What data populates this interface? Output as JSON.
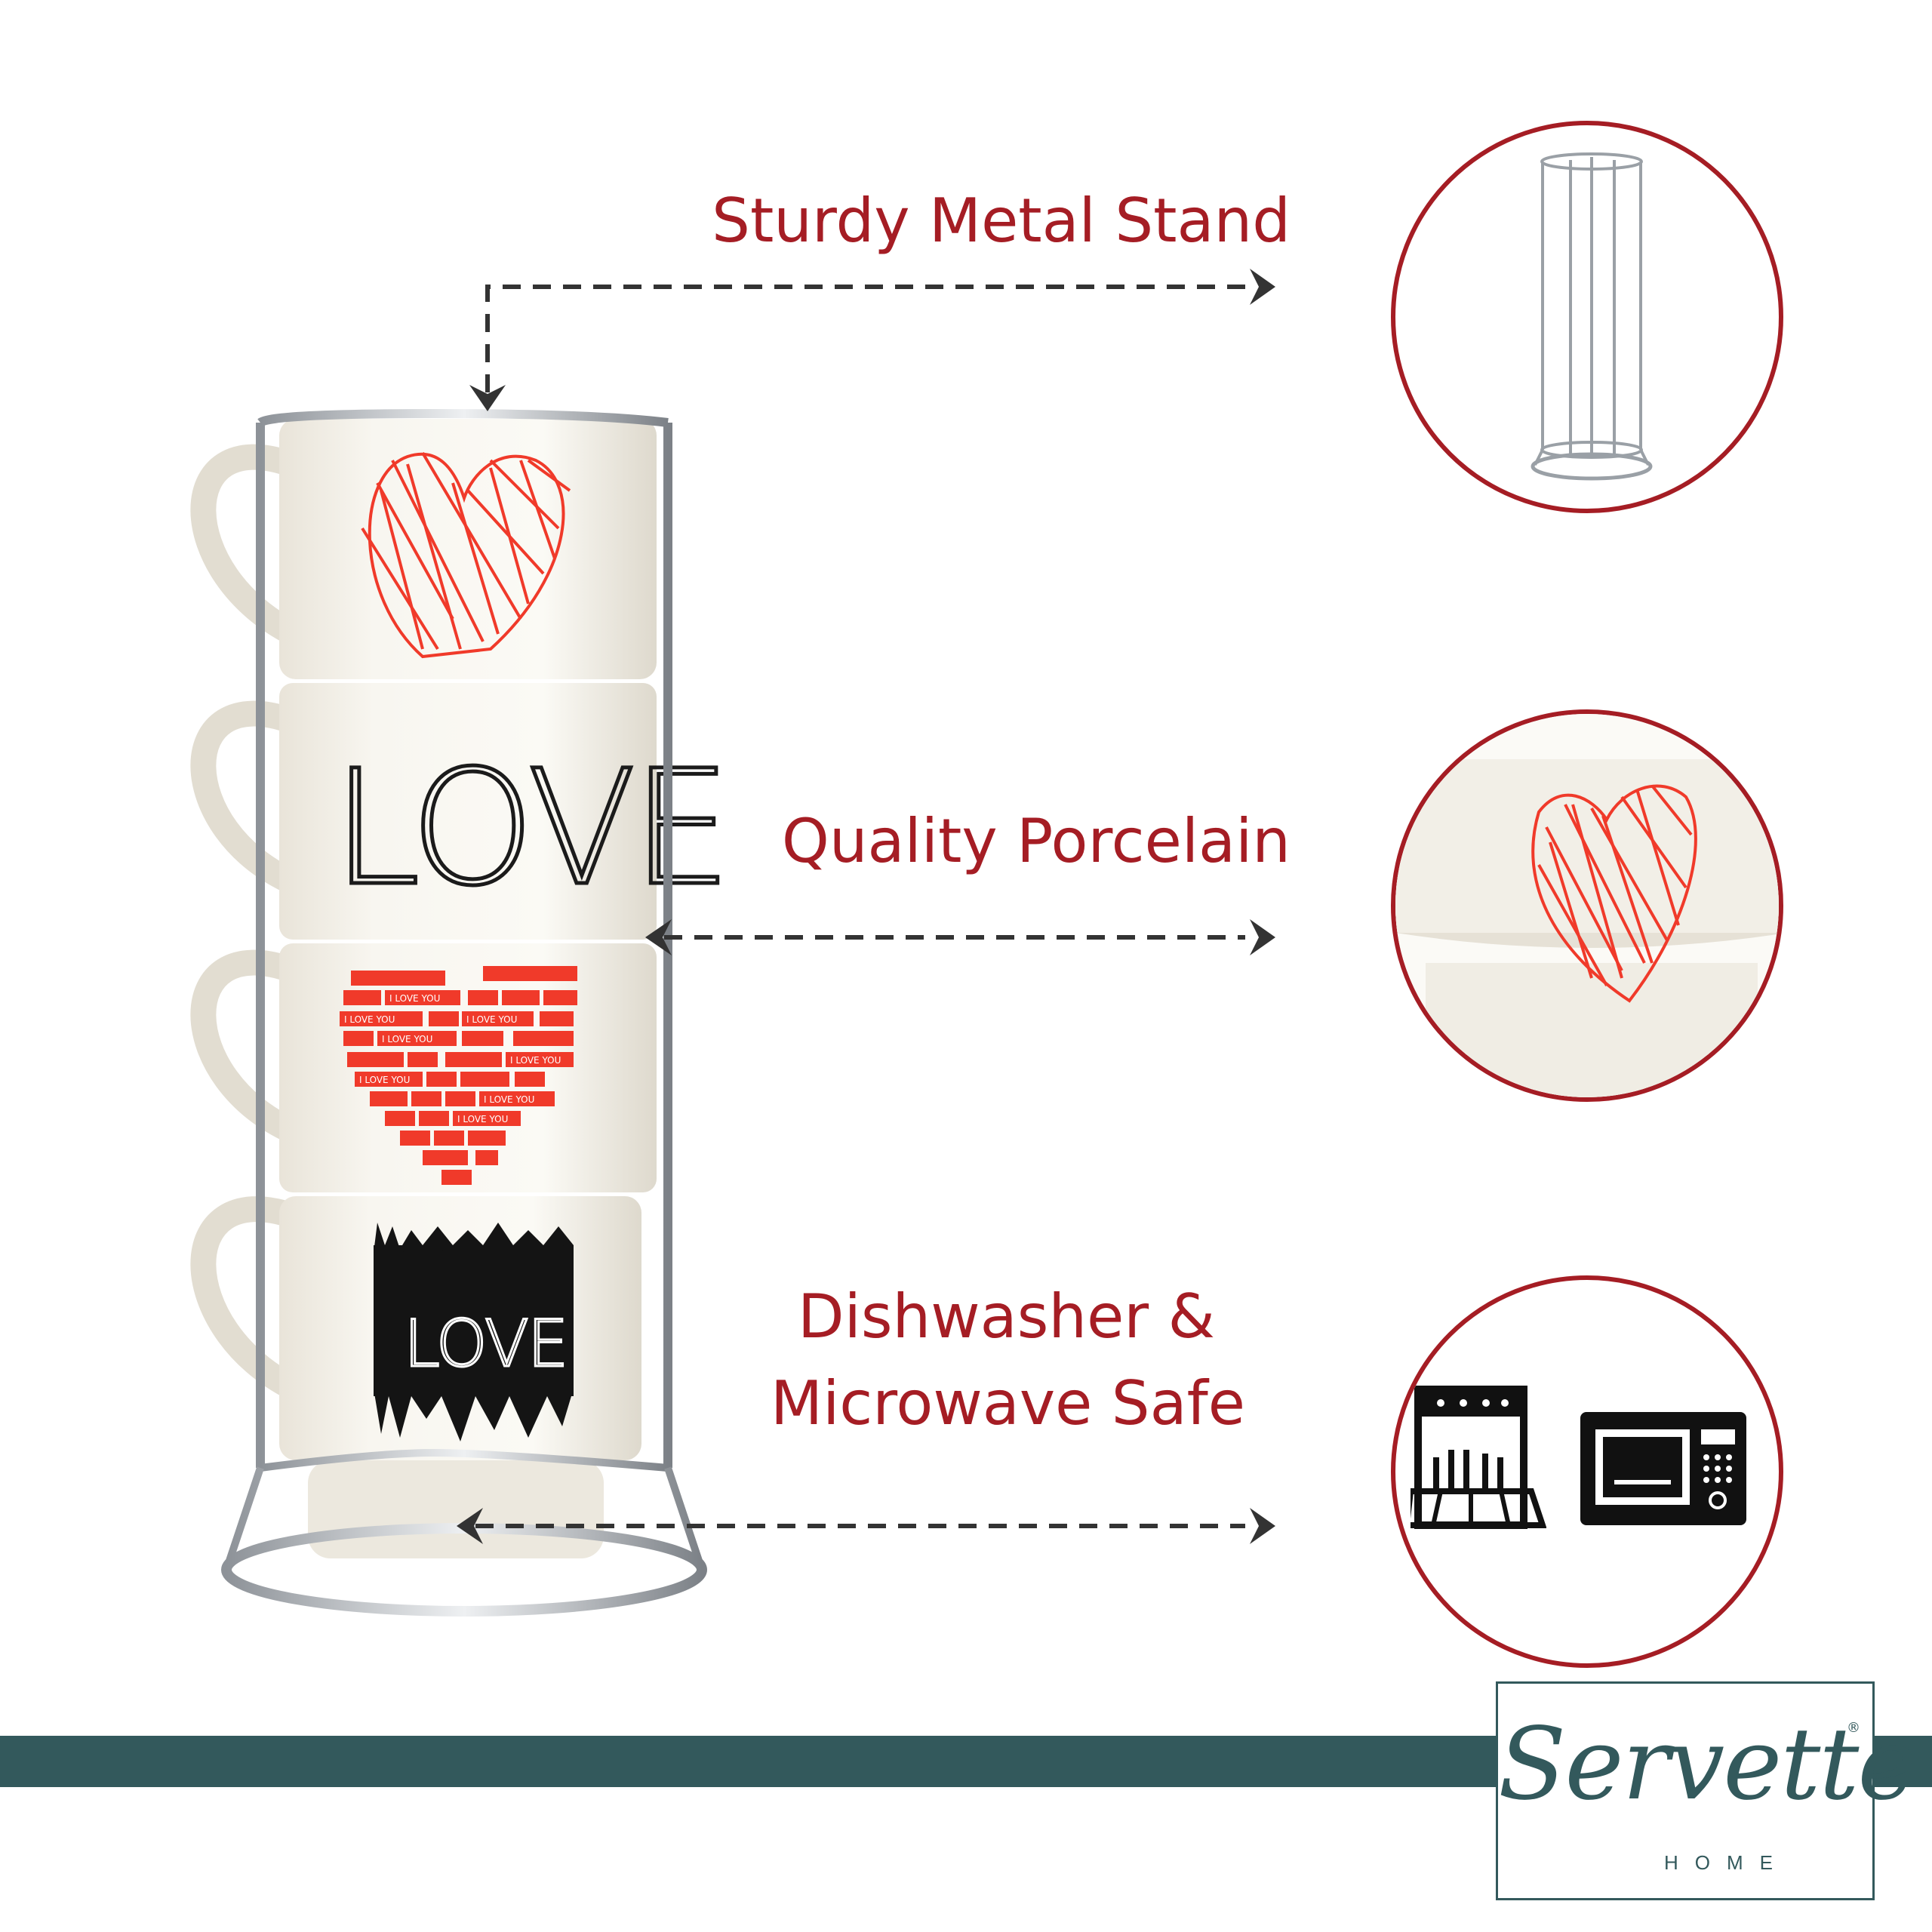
{
  "features": {
    "stand": "Sturdy Metal Stand",
    "porcelain": "Quality Porcelain",
    "safe_line1": "Dishwasher &",
    "safe_line2": "Microwave Safe"
  },
  "mugs": {
    "mug2_text": "LOVE",
    "mug3_text": "I LOVE YOU",
    "mug4_text": "LOVE"
  },
  "brand": {
    "name": "Servette",
    "sub": "HOME",
    "registered": "®"
  },
  "colors": {
    "accent": "#a51d24",
    "brand": "#33595c",
    "heart_red": "#f03a2a"
  },
  "icons": [
    "dishwasher-icon",
    "microwave-icon"
  ]
}
